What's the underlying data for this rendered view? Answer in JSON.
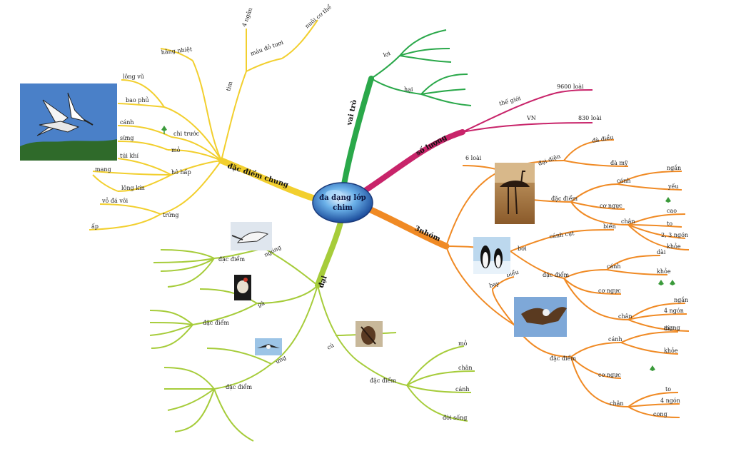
{
  "center": {
    "line1": "đa dạng lớp",
    "line2": "chim"
  },
  "colors": {
    "yellow": "#f2cf2e",
    "green_top": "#2aa84a",
    "red": "#c8246a",
    "orange": "#f08a24",
    "lime": "#a6cc3a"
  },
  "branches": {
    "dac_diem_chung": {
      "label": "đặc điểm chung",
      "items": {
        "long_vu": "lông vũ",
        "bao_phu": "bao phủ",
        "canh": "cánh",
        "mo": "mỏ",
        "chi_truoc": "chi trước",
        "sung": "sừng",
        "tui_khi": "túi khí",
        "ho_hap": "hô hấp",
        "mang": "mang",
        "long_kin": "lông kín",
        "vo_da_voi": "vỏ đá vôi",
        "trung": "trứng",
        "ap": "ấp",
        "tim": "tim",
        "bon_ngan": "4 ngăn",
        "mau_do_tuoi": "máu đỏ tươi",
        "nuoi_co_the": "nuôi cơ thể",
        "hang_nhiet": "hằng nhiệt"
      }
    },
    "vai_tro": {
      "label": "vai trò",
      "items": {
        "loi": "lợi",
        "hai": "hại"
      }
    },
    "so_luong": {
      "label": "số lượng",
      "items": {
        "the_gioi": "thế giới",
        "the_gioi_val": "9600 loài",
        "vn": "VN",
        "vn_val": "830 loài"
      }
    },
    "ba_nhom": {
      "label": "3nhóm",
      "items": {
        "n_loai": "6 loài",
        "da_dien": "đại diện",
        "da_dien_v1": "đà điểu",
        "da_dien_v2": "đà mỹ",
        "dac_diem": "đặc điểm",
        "canh": "cánh",
        "ngan": "ngắn",
        "yeu": "yếu",
        "co_ngon": "cơ ngực",
        "chan": "chân",
        "cao": "cao",
        "to": "to",
        "hai_ba_ngon": "2, 3 ngón",
        "khoe": "khỏe",
        "bo_di": "bơi",
        "canh_cut": "cánh cụt",
        "bien": "biển",
        "dai": "dài",
        "bay": "bay",
        "bieu": "biểu",
        "bon_ngon": "4 ngón",
        "manh": "mạng",
        "khoe2": "khỏe",
        "to2": "to",
        "cong": "cong"
      }
    },
    "dai_dien": {
      "label": "đại",
      "items": {
        "nga": "ngỗng",
        "dac_diem": "đặc điểm",
        "ga": "gà",
        "ung": "ưng",
        "cu": "cú",
        "mo": "mỏ",
        "chan": "chân",
        "canh": "cánh",
        "doi_song": "đời sống"
      }
    }
  }
}
